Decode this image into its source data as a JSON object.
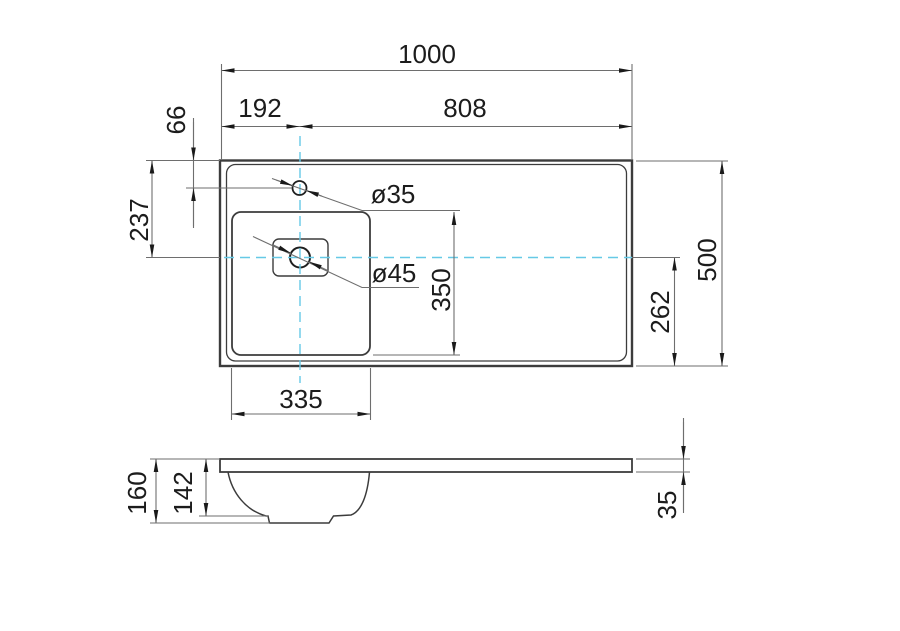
{
  "drawing": {
    "kind": "washbasin-countertop-technical-drawing",
    "top_view": {
      "overall_width": "1000",
      "faucet_offset_left": "192",
      "faucet_offset_right": "808",
      "faucet_from_top_edge": "66",
      "drain_center_from_top": "237",
      "faucet_hole_diameter": "ø35",
      "drain_hole_diameter": "ø45",
      "basin_length": "350",
      "centerline_from_bottom": "262",
      "overall_depth": "500",
      "basin_width": "335"
    },
    "side_view": {
      "overall_height": "160",
      "basin_depth": "142",
      "rim_thickness": "35"
    },
    "colors": {
      "outline": "#3c3c3c",
      "dimension_line": "#6e6e6e",
      "centerline": "#66c9e6",
      "text": "#1c1c1c",
      "arrow": "#1a1a1a",
      "background": "#ffffff"
    }
  }
}
